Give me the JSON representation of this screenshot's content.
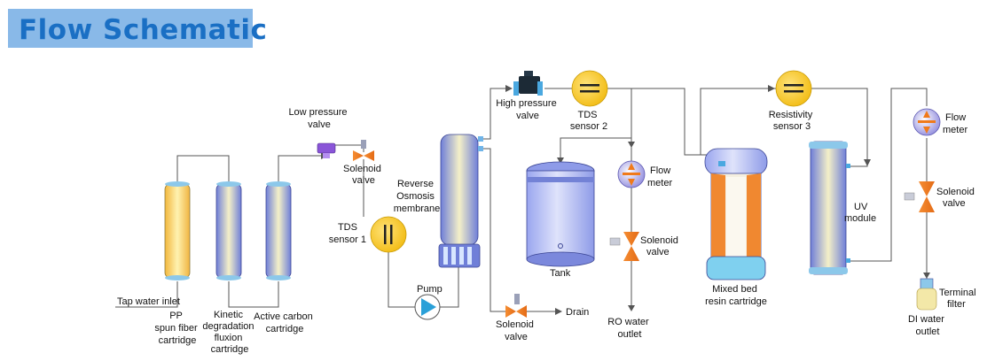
{
  "title": "Flow Schematic",
  "labels": {
    "tap_water_inlet": "Tap water inlet",
    "pp_cartridge": [
      "PP",
      "spun fiber",
      "cartridge"
    ],
    "kinetic_cartridge": [
      "Kinetic",
      "degradation",
      "fluxion",
      "cartridge"
    ],
    "carbon_cartridge": [
      "Active carbon",
      "cartridge"
    ],
    "low_pressure_valve": [
      "Low pressure",
      "valve"
    ],
    "solenoid_valve_1": [
      "Solenoid",
      "valve"
    ],
    "tds_sensor_1": [
      "TDS",
      "sensor 1"
    ],
    "pump": "Pump",
    "ro_membrane": [
      "Reverse",
      "Osmosis",
      "membrane"
    ],
    "high_pressure_valve": [
      "High pressure",
      "valve"
    ],
    "tds_sensor_2": [
      "TDS",
      "sensor 2"
    ],
    "tank": "Tank",
    "flow_meter_1": [
      "Flow",
      "meter"
    ],
    "solenoid_valve_2": [
      "Solenoid",
      "valve"
    ],
    "ro_water_outlet": [
      "RO water",
      "outlet"
    ],
    "solenoid_valve_drain": [
      "Solenoid",
      "valve"
    ],
    "drain": "Drain",
    "resistivity_sensor": [
      "Resistivity",
      "sensor 3"
    ],
    "mixed_bed": [
      "Mixed bed",
      "resin cartridge"
    ],
    "uv_module": [
      "UV",
      "module"
    ],
    "flow_meter_2": [
      "Flow",
      "meter"
    ],
    "solenoid_valve_3": [
      "Solenoid",
      "valve"
    ],
    "terminal_filter": [
      "Terminal",
      "filter"
    ],
    "di_water_outlet": [
      "DI water",
      "outlet"
    ]
  },
  "colors": {
    "banner": "#89b9e8",
    "title": "#1a6fc4",
    "pipe": "#555555",
    "sensor": "#f4c21a",
    "valve": "#f07a1a",
    "pump": "#2aa0d8",
    "cartridge_yellow": "#f6d870",
    "cartridge_blue": "#8fa0e0",
    "tank": "#b3bff2"
  },
  "icons": {
    "sensor": "double-bar-sensor-icon",
    "valve": "bowtie-valve-icon",
    "pump": "triangle-pump-icon",
    "flow_meter": "flow-meter-icon"
  }
}
